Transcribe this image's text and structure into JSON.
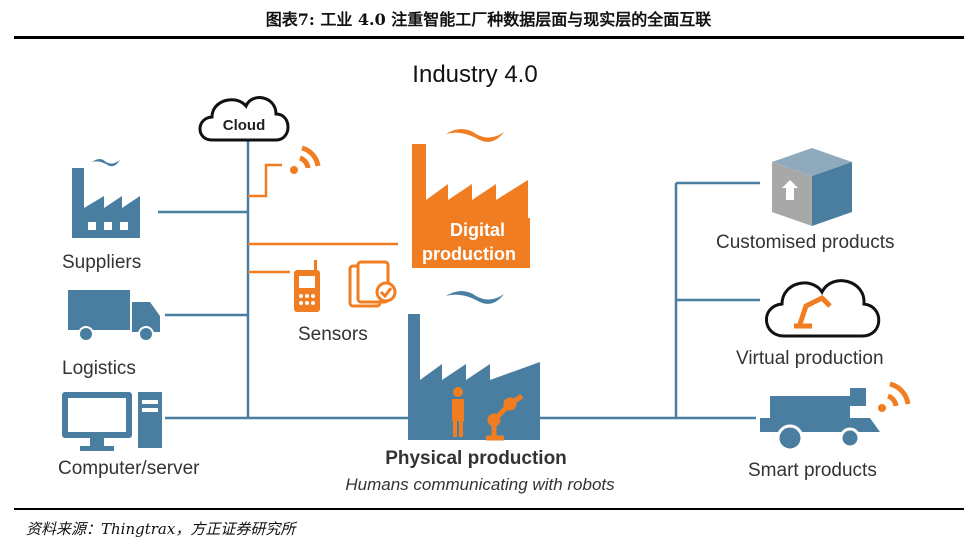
{
  "figure_title": "图表7:  工业 4.0 注重智能工厂种数据层面与现实层的全面互联",
  "diagram": {
    "title": "Industry 4.0",
    "cloud": "Cloud",
    "suppliers": "Suppliers",
    "logistics": "Logistics",
    "computer": "Computer/server",
    "sensors": "Sensors",
    "digital_line1": "Digital",
    "digital_line2": "production",
    "physical": "Physical production",
    "physical_sub": "Humans communicating with robots",
    "customised": "Customised products",
    "virtual": "Virtual production",
    "smart": "Smart products"
  },
  "source": "资料来源：Thingtrax，方正证券研究所",
  "colors": {
    "blue": "#4a7ea0",
    "orange": "#f07d22",
    "line": "#4a7ea0",
    "grey": "#9a9a9a"
  }
}
